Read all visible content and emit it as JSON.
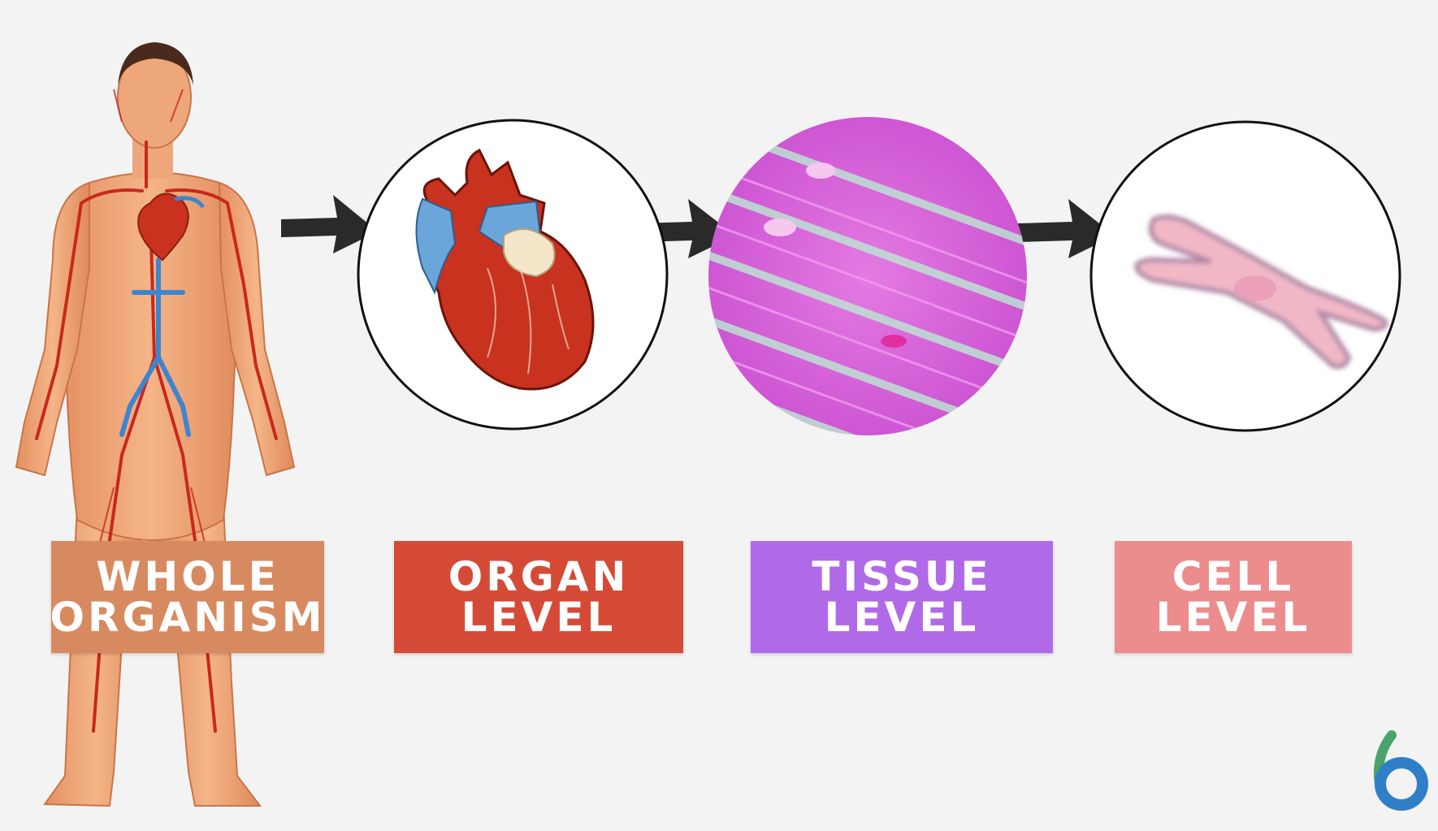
{
  "stages": [
    {
      "id": "whole-organism",
      "line1": "WHOLE",
      "line2": "ORGANISM",
      "color": "#d78a60"
    },
    {
      "id": "organ",
      "line1": "ORGAN",
      "line2": "LEVEL",
      "color": "#d54a36"
    },
    {
      "id": "tissue",
      "line1": "TISSUE",
      "line2": "LEVEL",
      "color": "#b06ae8"
    },
    {
      "id": "cell",
      "line1": "CELL",
      "line2": "LEVEL",
      "color": "#ec8c8c"
    }
  ],
  "colors": {
    "background": "#f3f3f3",
    "skin": "#eea77a",
    "artery": "#c8281e",
    "vein": "#3f84cf",
    "heart": "#c8321e",
    "tissue_pink": "#d65ad8",
    "cell_pink": "#f1b7c6",
    "logo_green": "#4aa36b",
    "logo_blue": "#2f7fc7"
  },
  "icons": [
    "human-body-illustration",
    "heart-illustration",
    "muscle-tissue-illustration",
    "cardiac-cell-illustration",
    "arrow-icon",
    "logo-icon"
  ]
}
